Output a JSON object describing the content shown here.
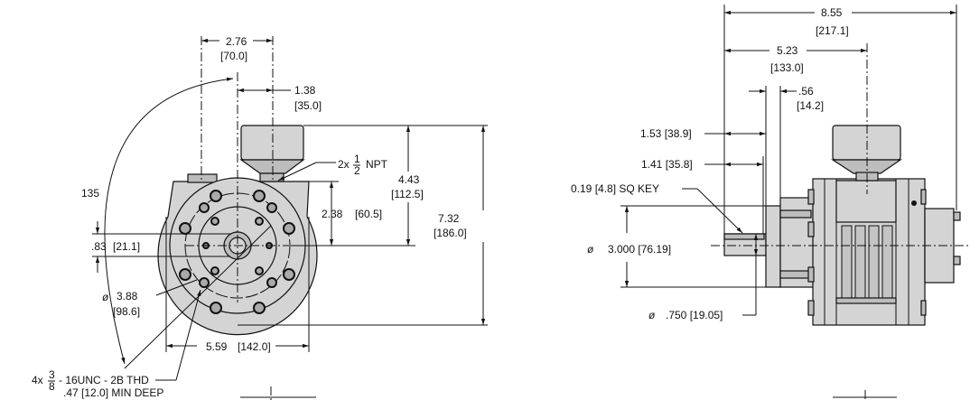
{
  "front_view": {
    "dim_width_top": "2.76",
    "dim_width_top_mm": "[70.0]",
    "dim_offset": "1.38",
    "dim_offset_mm": "[35.0]",
    "port_prefix": "2x",
    "port_num": "1",
    "port_den": "2",
    "port_suffix": "NPT",
    "dim_height_port": "4.43",
    "dim_height_port_mm": "[112.5]",
    "dim_height_top": "2.38",
    "dim_height_top_mm": "[60.5]",
    "dim_total_height": "7.32",
    "dim_total_height_mm": "[186.0]",
    "dim_shaft_offset": ".83",
    "dim_shaft_offset_mm": "[21.1]",
    "angle": "135",
    "dia_symbol": "ø",
    "dim_bolt_circle": "3.88",
    "dim_bolt_circle_mm": "[98.6]",
    "dim_width": "5.59",
    "dim_width_mm": "[142.0]",
    "thread_prefix": "4x",
    "thread_num": "3",
    "thread_den": "8",
    "thread_spec": "- 16UNC - 2B THD",
    "thread_depth": ".47 [12.0] MIN DEEP"
  },
  "side_view": {
    "dim_overall": "8.55",
    "dim_overall_mm": "[217.1]",
    "dim_port_center": "5.23",
    "dim_port_center_mm": "[133.0]",
    "dim_pilot": ".56",
    "dim_pilot_mm": "[14.2]",
    "dim_shaft_a": "1.53  [38.9]",
    "dim_shaft_b": "1.41  [35.8]",
    "key": "0.19  [4.8]   SQ KEY",
    "dia_symbol": "ø",
    "dim_pilot_dia": "3.000  [76.19]",
    "dim_shaft_dia": ".750  [19.05]"
  }
}
